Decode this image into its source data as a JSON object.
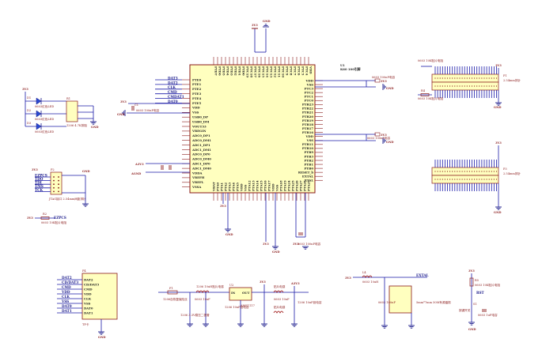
{
  "mcu": {
    "ref": "U1",
    "name": "K60 100引脚",
    "left_pins": [
      "PTE0",
      "PTE1",
      "PTE2",
      "PTE3",
      "PTE4",
      "PTE5",
      "VDD",
      "VSS",
      "USB0_DP",
      "USB0_DM",
      "VOUT33",
      "VREGIN",
      "ADC0_DP1",
      "ADC0_DM1",
      "ADC1_DP1",
      "ADC1_DM1",
      "ADC0_DP0",
      "ADC0_DM0",
      "ADC1_DP0",
      "ADC1_DM0",
      "VDDA",
      "VREFH",
      "VREFL",
      "VSSA"
    ],
    "right_pins": [
      "VDD",
      "VSS",
      "PTC3",
      "PTC2",
      "PTC1",
      "PTC0",
      "PTB23",
      "PTB22",
      "PTB21",
      "PTB20",
      "PTB19",
      "PTB18",
      "PTB17",
      "PTB16",
      "VDD",
      "VSS",
      "PTB11",
      "PTB10",
      "PTB9",
      "PTB3",
      "PTB2",
      "PTB1",
      "PTB0",
      "RESET_b",
      "EXTAL",
      "XTAL"
    ],
    "top_pins": [
      "PTD7",
      "PTD6",
      "PTD5",
      "PTD4",
      "PTD3",
      "PTD2",
      "PTD1",
      "PTD0",
      "PTC19",
      "PTC18",
      "PTC17",
      "PTC16",
      "PTC15",
      "PTC14",
      "PTC13",
      "PTC12",
      "PTC11",
      "PTC10",
      "PTC9",
      "PTC8",
      "PTC7",
      "PTC6",
      "PTC5",
      "PTC4",
      "VDD"
    ],
    "bottom_pins": [
      "VBAT",
      "PTA0",
      "PTA1",
      "PTA2",
      "PTA3",
      "PTA4",
      "PTA5",
      "VDD",
      "VSS",
      "PTA12",
      "PTA13",
      "PTA14",
      "PTA15",
      "PTA16",
      "PTA17",
      "VDD",
      "VSS",
      "PTA18",
      "PTA19",
      "PTA24",
      "PTA25",
      "PTA26",
      "PTA27",
      "PTA28",
      "PTA29"
    ]
  },
  "left_nets": [
    "DAT3",
    "DAT2",
    "CLK",
    "CMD",
    "CMDAT1",
    "DAT0"
  ],
  "power": {
    "v33": "3V3",
    "v5": "5V",
    "gnd": "GND",
    "agnd": "AGND",
    "a3v3": "A3V3"
  },
  "leds": {
    "items": [
      {
        "ref": "D1",
        "label": "0603红色LED"
      },
      {
        "ref": "D2",
        "label": "0603红色LED"
      },
      {
        "ref": "D3",
        "label": "0603红色LED"
      }
    ],
    "resnet_ref": "R1",
    "resnet_label": "1206 4.7K排阻"
  },
  "cap_c1": {
    "ref": "C1",
    "label": "0603 100nF电容"
  },
  "jtag": {
    "ref": "P2",
    "label": "JTAG接口 2.54mm间距排针",
    "pins": [
      "EZPCS",
      "TDO",
      "TDI",
      "TMS",
      "TCK"
    ],
    "r_ref": "R2",
    "r_label": "0603 10K贴片电阻",
    "ezpcs_net": "EZPCS"
  },
  "header_top": {
    "ref": "P1",
    "label": "2.54mm排针",
    "r_ref": "R4",
    "r_label": "0603 10K贴片电阻"
  },
  "header_bottom": {
    "ref": "P3",
    "label": "2.54mm排针"
  },
  "sdcard": {
    "ref": "P4",
    "label": "TF卡",
    "pins": [
      "DAT2",
      "CD/DAT3",
      "CMD",
      "VDD",
      "CLK",
      "VSS",
      "DAT0",
      "DAT1"
    ]
  },
  "supply": {
    "fuse_ref": "F1",
    "fuse_label": "1206自恢复保险丝",
    "l1_label": "1206 10uH贴片电感",
    "reg_ref": "U2",
    "reg_label": "AMS1117",
    "reg_pins": [
      "IN",
      "OUT",
      "GND"
    ],
    "c_label_1": "0603 10uF",
    "c_label_2": "0603 10uF",
    "c_label_3": "1206 10uF钽电容",
    "c_label_4": "1206 10uF钽电容",
    "tvs_label": "1206 3.3V稳压二极管",
    "l2_label": "贴片电感",
    "l3_label": "贴片电感"
  },
  "crystal": {
    "ref": "Y1",
    "label": "5mm*7mm 50M有源晶振",
    "net": "EXTAL",
    "l_label": "0603 10uH",
    "l_ref": "L4",
    "c_label": "0603 100nF"
  },
  "reset": {
    "r_ref": "R5",
    "r_label": "0603 10K贴片电阻",
    "sw_ref": "S1",
    "sw_label": "按键开关",
    "c_label": "0603 1uF电容",
    "net": "RST"
  },
  "right_caps": {
    "c_label": "0603 100nF电容"
  }
}
